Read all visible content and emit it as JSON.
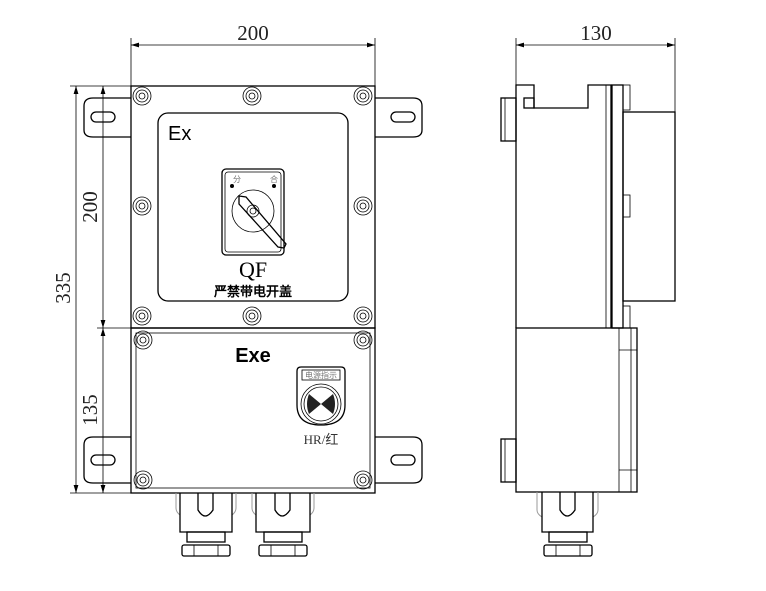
{
  "front_view": {
    "width_dim": "200",
    "height_total_dim": "335",
    "height_upper_dim": "200",
    "height_lower_dim": "135",
    "upper_label": "Ex",
    "switch_off_label": "分",
    "switch_on_label": "合",
    "switch_tag": "QF",
    "warning_text": "严禁带电开盖",
    "lower_label": "Exe",
    "indicator_caption": "电源指示",
    "indicator_label": "HR/红"
  },
  "side_view": {
    "depth_dim": "130"
  }
}
